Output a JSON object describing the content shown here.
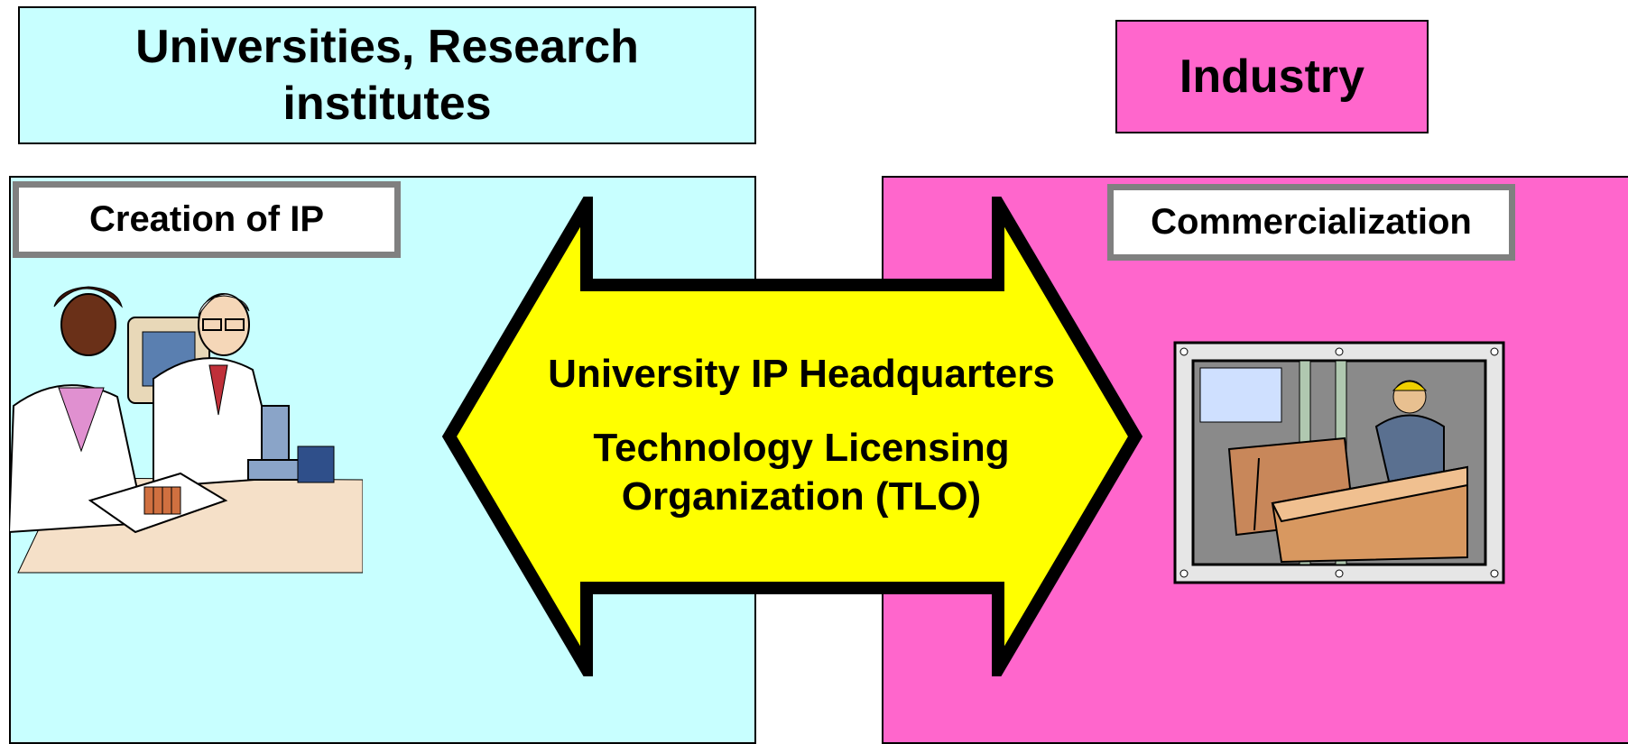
{
  "colors": {
    "left": "#c8ffff",
    "right": "#ff66cc",
    "arrow": "#ffff00",
    "label_border": "#808080"
  },
  "left": {
    "title": "Universities, Research\ninstitutes",
    "label": "Creation of IP",
    "illustration": "scientists-lab-clipart"
  },
  "right": {
    "title": "Industry",
    "label": "Commercialization",
    "illustration": "warehouse-worker-clipart"
  },
  "arrow": {
    "line1": "University IP Headquarters",
    "line2": "Technology Licensing\nOrganization (TLO)"
  }
}
